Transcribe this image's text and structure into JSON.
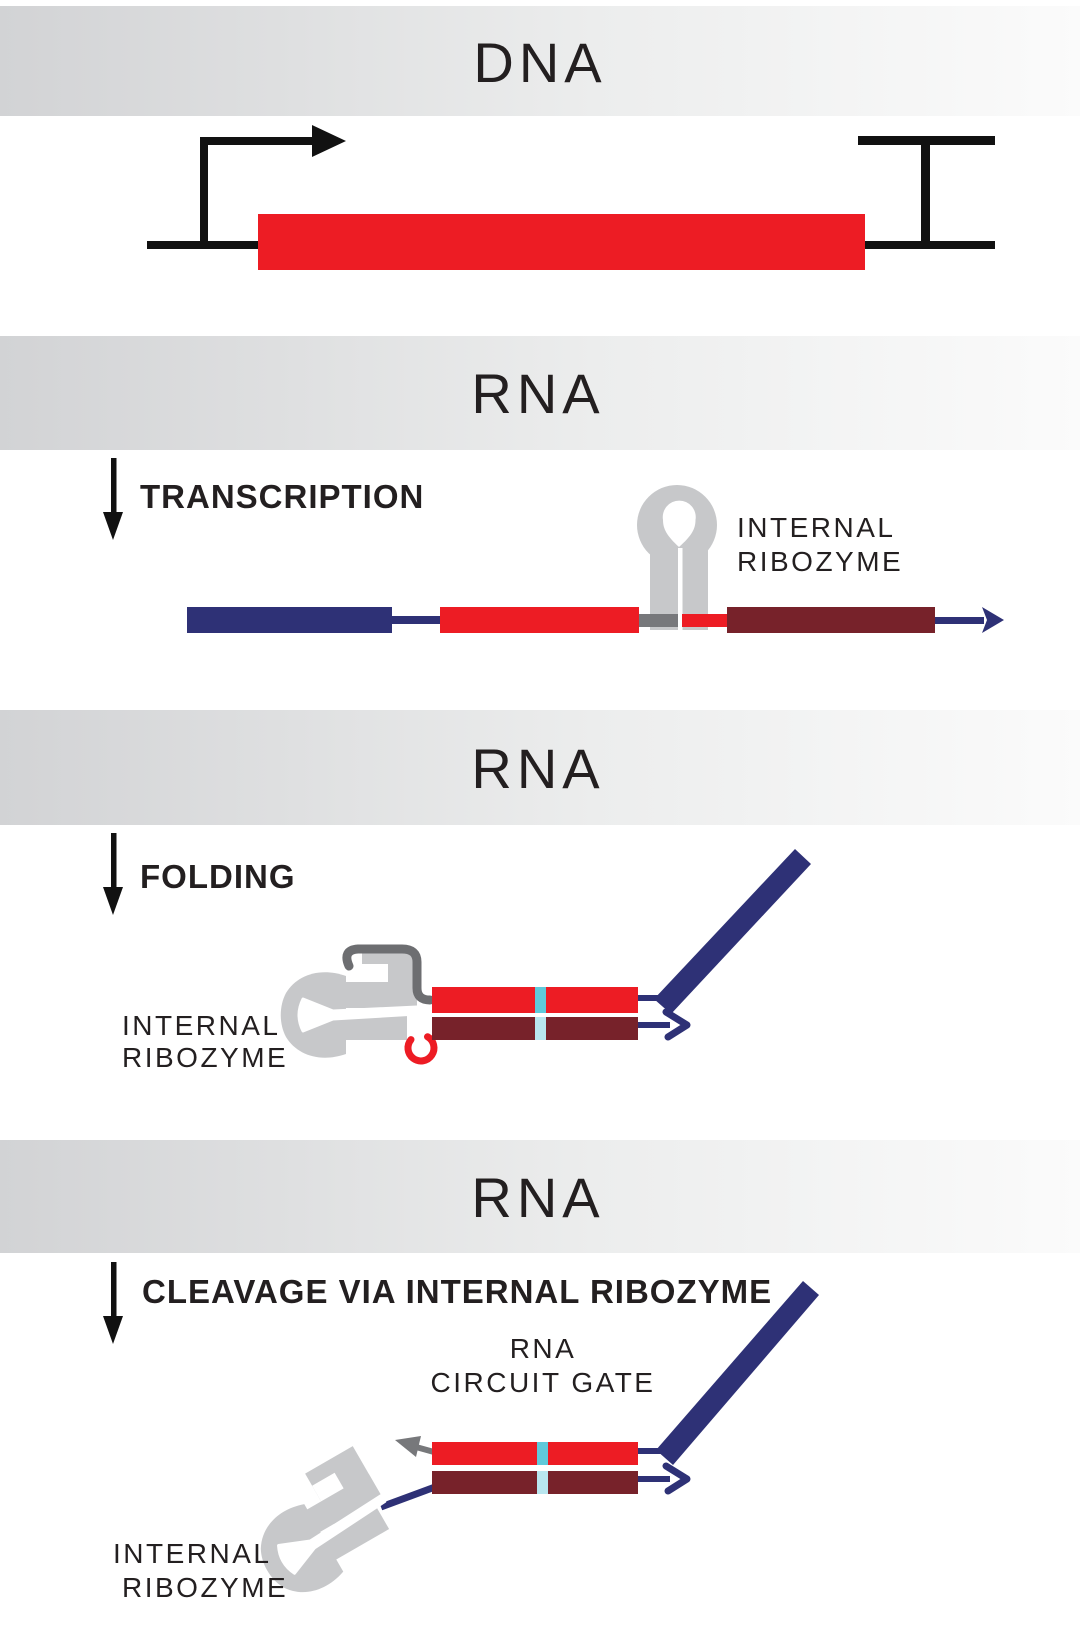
{
  "sections": {
    "dna": {
      "banner_label": "DNA"
    },
    "transcription": {
      "banner_label": "RNA",
      "step_label": "TRANSCRIPTION",
      "ribozyme_label_line1": "INTERNAL",
      "ribozyme_label_line2": "RIBOZYME"
    },
    "folding": {
      "banner_label": "RNA",
      "step_label": "FOLDING",
      "ribozyme_label_line1": "INTERNAL",
      "ribozyme_label_line2": "RIBOZYME"
    },
    "cleavage": {
      "banner_label": "RNA",
      "step_label": "CLEAVAGE VIA INTERNAL RIBOZYME",
      "gate_label_line1": "RNA",
      "gate_label_line2": "CIRCUIT GATE",
      "ribozyme_label_line1": "INTERNAL",
      "ribozyme_label_line2": "RIBOZYME"
    }
  },
  "colors": {
    "gene_red": "#ED1C24",
    "rna_navy": "#2E3176",
    "rna_maroon": "#77222A",
    "ribozyme_gray": "#C7C8CA",
    "tube_gray": "#6D6E71",
    "strand_gray": "#77787B",
    "cyan_top": "#5FC9DA",
    "cyan_bottom": "#B9E6EF",
    "ring_red": "#ED1C24",
    "banner_start": "#D2D3D5",
    "banner_mid": "#ECEDED",
    "banner_end": "#FBFBFB",
    "text_dark": "#231F20",
    "arrow_black": "#111111"
  }
}
